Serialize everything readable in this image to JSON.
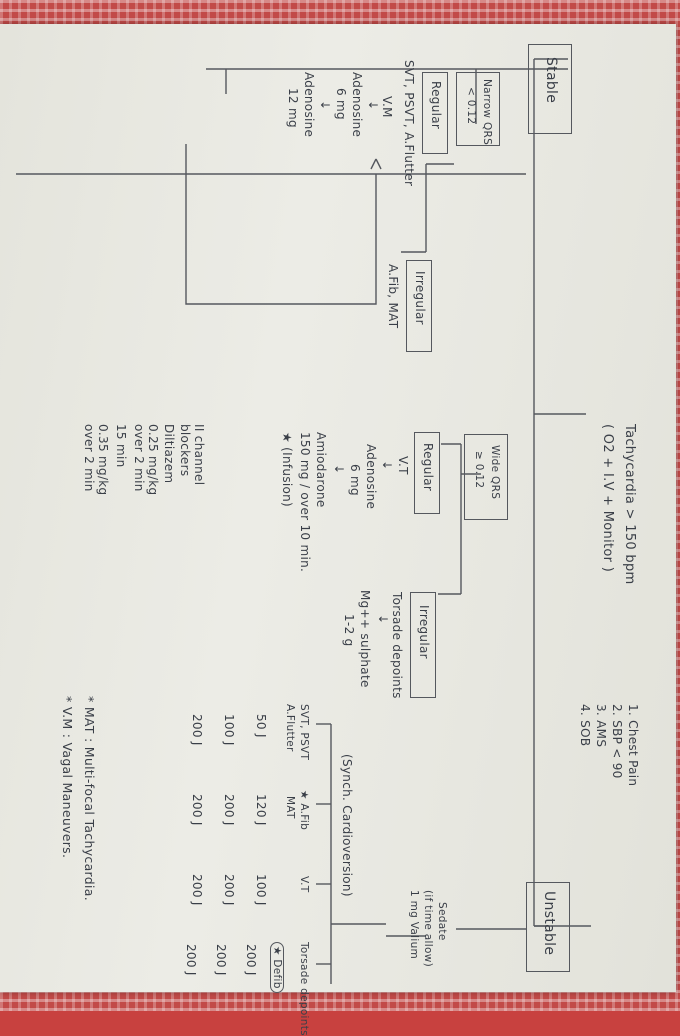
{
  "title": "Tachycardia > 150 bpm",
  "initial_steps": "( O2 + I.V + Monitor )",
  "unstable_criteria": [
    "1. Chest Pain",
    "2. SBP < 90",
    "3. AMS",
    "4. SOB"
  ],
  "stable": {
    "label": "Stable",
    "narrow": {
      "label": "Narrow QRS",
      "qrs": "< 0.12",
      "regular": {
        "label": "Regular",
        "rhythms": "SVT, PSVT, A.Flutter",
        "steps": [
          "V.M",
          "Adenosine",
          "6 mg",
          "Adenosine",
          "12 mg"
        ]
      },
      "irregular": {
        "label": "Irregular",
        "rhythms": "A.Fib, MAT"
      },
      "rate_control": [
        "ΙΙ channel",
        "blockers",
        "Diltiazem",
        "0.25 mg/kg",
        "over 2 min",
        "15 min",
        "0.35 mg/kg",
        "over 2 min"
      ]
    },
    "wide": {
      "label": "Wide QRS",
      "qrs": "≥ 0.12",
      "regular": {
        "label": "Regular",
        "rhythm": "V.T",
        "steps": [
          "Adenosine",
          "6 mg",
          "Amiodarone",
          "150 mg / over 10 min.",
          "★ (Infusion)"
        ]
      },
      "irregular": {
        "label": "Irregular",
        "rhythm": "Torsade depoints",
        "steps": [
          "Mg++ sulphate",
          "1-2 g"
        ]
      }
    }
  },
  "unstable": {
    "label": "Unstable",
    "sedate": [
      "Sedate",
      "(if time allow)",
      "1 mg Valium"
    ],
    "cardioversion": "(Synch. Cardioversion)",
    "columns": [
      {
        "header": [
          "SVT, PSVT",
          "A.Flutter"
        ],
        "doses": [
          "50 J",
          "100 J",
          "200 J"
        ]
      },
      {
        "header": [
          "★ A.Fib",
          "MAT"
        ],
        "doses": [
          "120 J",
          "200 J",
          "200 J"
        ]
      },
      {
        "header": [
          "V.T"
        ],
        "doses": [
          "100 J",
          "200 J",
          "200 J"
        ]
      },
      {
        "header": [
          "Torsade depoints"
        ],
        "defib": "★ Defib",
        "doses": [
          "200 J",
          "200 J",
          "200 J"
        ]
      }
    ]
  },
  "footnotes": [
    "* MAT : Multi-focal Tachycardia.",
    "* V.M : Vagal Maneuvers."
  ]
}
